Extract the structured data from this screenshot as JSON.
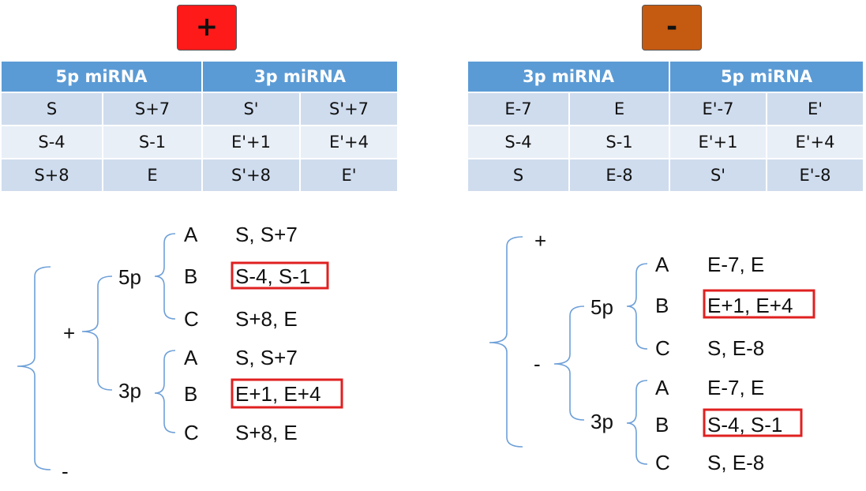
{
  "left": {
    "badge": {
      "label": "+",
      "color": "#ff1a1a"
    },
    "headers": [
      "5p miRNA",
      "3p miRNA"
    ],
    "rows": [
      [
        "S",
        "S+7",
        "S'",
        "S'+7"
      ],
      [
        "S-4",
        "S-1",
        "E'+1",
        "E'+4"
      ],
      [
        "S+8",
        "E",
        "S'+8",
        "E'"
      ]
    ],
    "tree": {
      "plus": "+",
      "minus": "-",
      "branch_5p": "5p",
      "branch_3p": "3p",
      "items_5p": [
        {
          "key": "A",
          "value": "S, S+7"
        },
        {
          "key": "B",
          "value": "S-4, S-1"
        },
        {
          "key": "C",
          "value": "S+8, E"
        }
      ],
      "items_3p": [
        {
          "key": "A",
          "value": "S, S+7"
        },
        {
          "key": "B",
          "value": "E+1, E+4"
        },
        {
          "key": "C",
          "value": "S+8, E"
        }
      ]
    }
  },
  "right": {
    "badge": {
      "label": "-",
      "color": "#c55a11"
    },
    "headers": [
      "3p miRNA",
      "5p miRNA"
    ],
    "rows": [
      [
        "E-7",
        "E",
        "E'-7",
        "E'"
      ],
      [
        "S-4",
        "S-1",
        "E'+1",
        "E'+4"
      ],
      [
        "S",
        "E-8",
        "S'",
        "E'-8"
      ]
    ],
    "tree": {
      "plus": "+",
      "minus": "-",
      "branch_5p": "5p",
      "branch_3p": "3p",
      "items_5p": [
        {
          "key": "A",
          "value": "E-7, E"
        },
        {
          "key": "B",
          "value": "E+1, E+4"
        },
        {
          "key": "C",
          "value": "S, E-8"
        }
      ],
      "items_3p": [
        {
          "key": "A",
          "value": "E-7, E"
        },
        {
          "key": "B",
          "value": "S-4, S-1"
        },
        {
          "key": "C",
          "value": "S, E-8"
        }
      ]
    }
  },
  "colors": {
    "header": "#5b9bd5",
    "row_dark": "#cfdcee",
    "row_light": "#e9eff7",
    "highlight": "#e02020",
    "brace": "#6ea0d8"
  }
}
